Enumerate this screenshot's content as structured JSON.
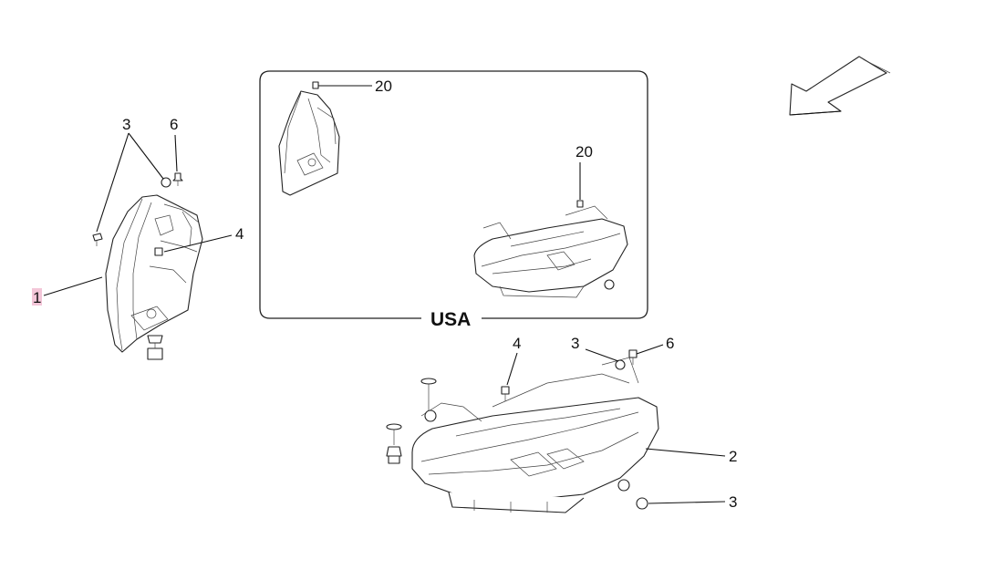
{
  "callouts": {
    "c1": "1",
    "c2": "2",
    "c3_left": "3",
    "c3_top": "3",
    "c3_bottom": "3",
    "c4_left": "4",
    "c4_right": "4",
    "c6_left": "6",
    "c6_right": "6",
    "c20_top": "20",
    "c20_mid": "20"
  },
  "box_label": "USA",
  "highlighted_callout": "1",
  "colors": {
    "highlight": "#f3c6d8",
    "line": "#222222",
    "background": "#ffffff"
  }
}
